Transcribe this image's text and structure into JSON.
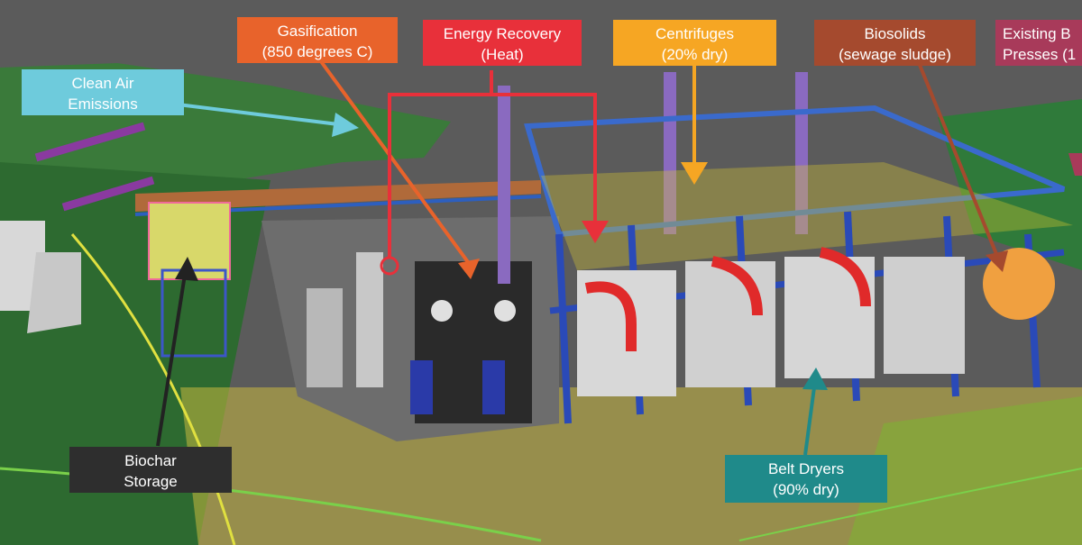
{
  "callouts": {
    "gasification": {
      "line1": "Gasification",
      "line2": "(850 degrees C)",
      "color": "#e8632b"
    },
    "energy": {
      "line1": "Energy Recovery",
      "line2": "(Heat)",
      "color": "#e8303a"
    },
    "centrifuges": {
      "line1": "Centrifuges",
      "line2": "(20% dry)",
      "color": "#f6a623"
    },
    "biosolids": {
      "line1": "Biosolids",
      "line2": "(sewage sludge)",
      "color": "#a54a2e"
    },
    "presses": {
      "line1": "Existing B",
      "line2": "Presses (1",
      "color": "#a83a5a"
    },
    "clean_air": {
      "line1": "Clean Air",
      "line2": "Emissions",
      "color": "#6ecbdc"
    },
    "biochar": {
      "line1": "Biochar",
      "line2": "Storage",
      "color": "#2e2e2e"
    },
    "belt_dryers": {
      "line1": "Belt Dryers",
      "line2": "(90% dry)",
      "color": "#1f8a8a"
    }
  }
}
